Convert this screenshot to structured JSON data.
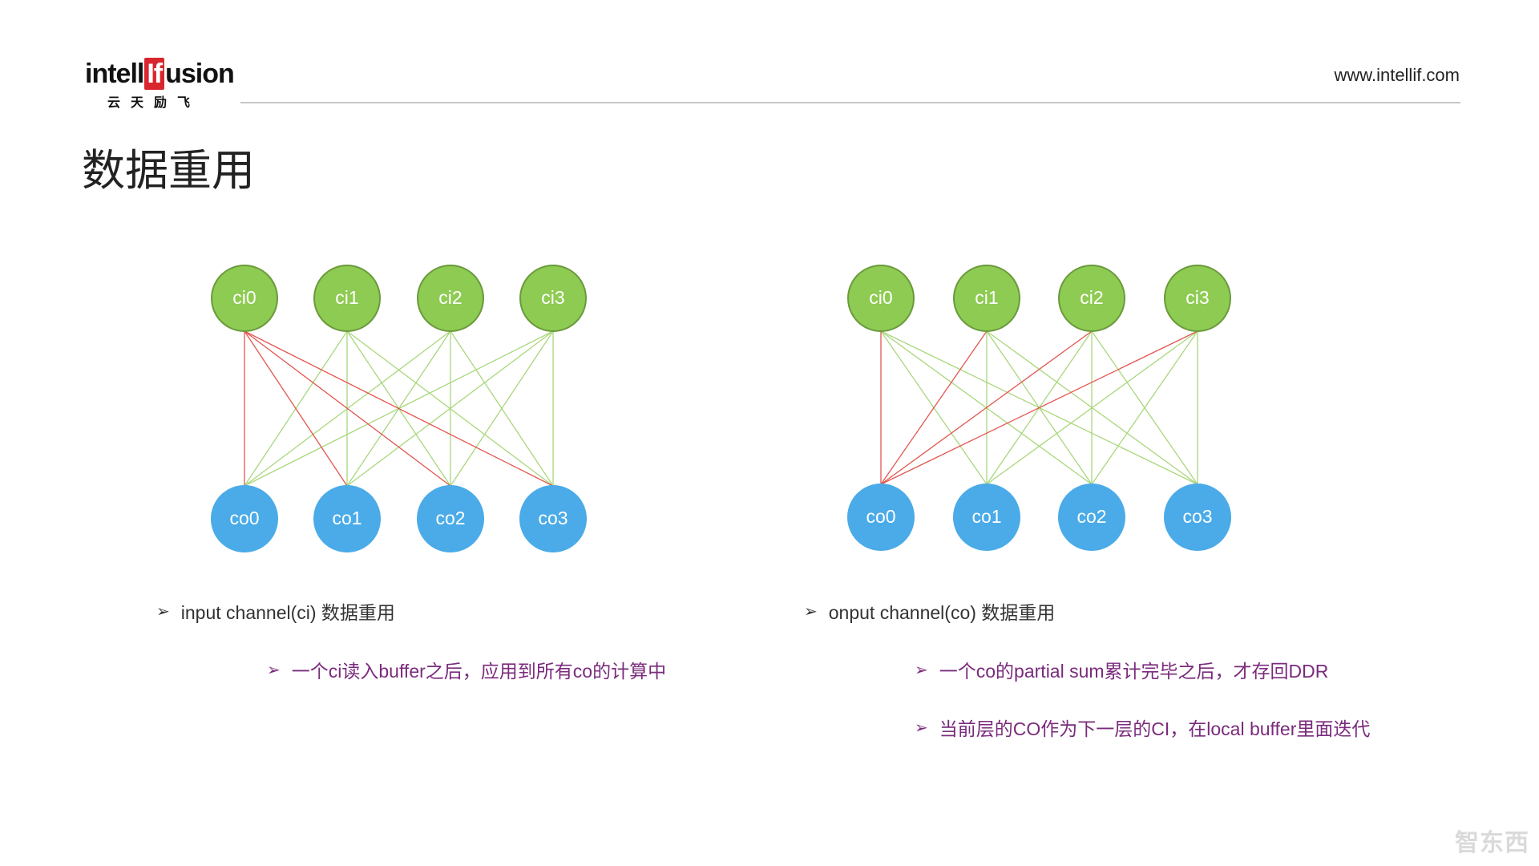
{
  "header": {
    "logo_prefix": "intell",
    "logo_box": "If",
    "logo_suffix": "usion",
    "logo_cn": "云天励飞",
    "website": "www.intellif.com"
  },
  "page_title": "数据重用",
  "colors": {
    "input_node": "#8ecb52",
    "output_node": "#4aabe8",
    "red_edge": "#e2564f",
    "green_edge": "#a9d77c"
  },
  "diagrams": [
    {
      "inputs": [
        "ci0",
        "ci1",
        "ci2",
        "ci3"
      ],
      "outputs": [
        "co0",
        "co1",
        "co2",
        "co3"
      ],
      "highlight": "input",
      "highlight_index": 0
    },
    {
      "inputs": [
        "ci0",
        "ci1",
        "ci2",
        "ci3"
      ],
      "outputs": [
        "co0",
        "co1",
        "co2",
        "co3"
      ],
      "highlight": "output",
      "highlight_index": 0
    }
  ],
  "left_text": {
    "heading": "input channel(ci) 数据重用",
    "points": [
      "一个ci读入buffer之后，应用到所有co的计算中"
    ]
  },
  "right_text": {
    "heading": "onput channel(co) 数据重用",
    "points": [
      "一个co的partial sum累计完毕之后，才存回DDR",
      "当前层的CO作为下一层的CI，在local buffer里面迭代"
    ]
  },
  "watermark": "智东西",
  "bullet_glyph": "➢"
}
